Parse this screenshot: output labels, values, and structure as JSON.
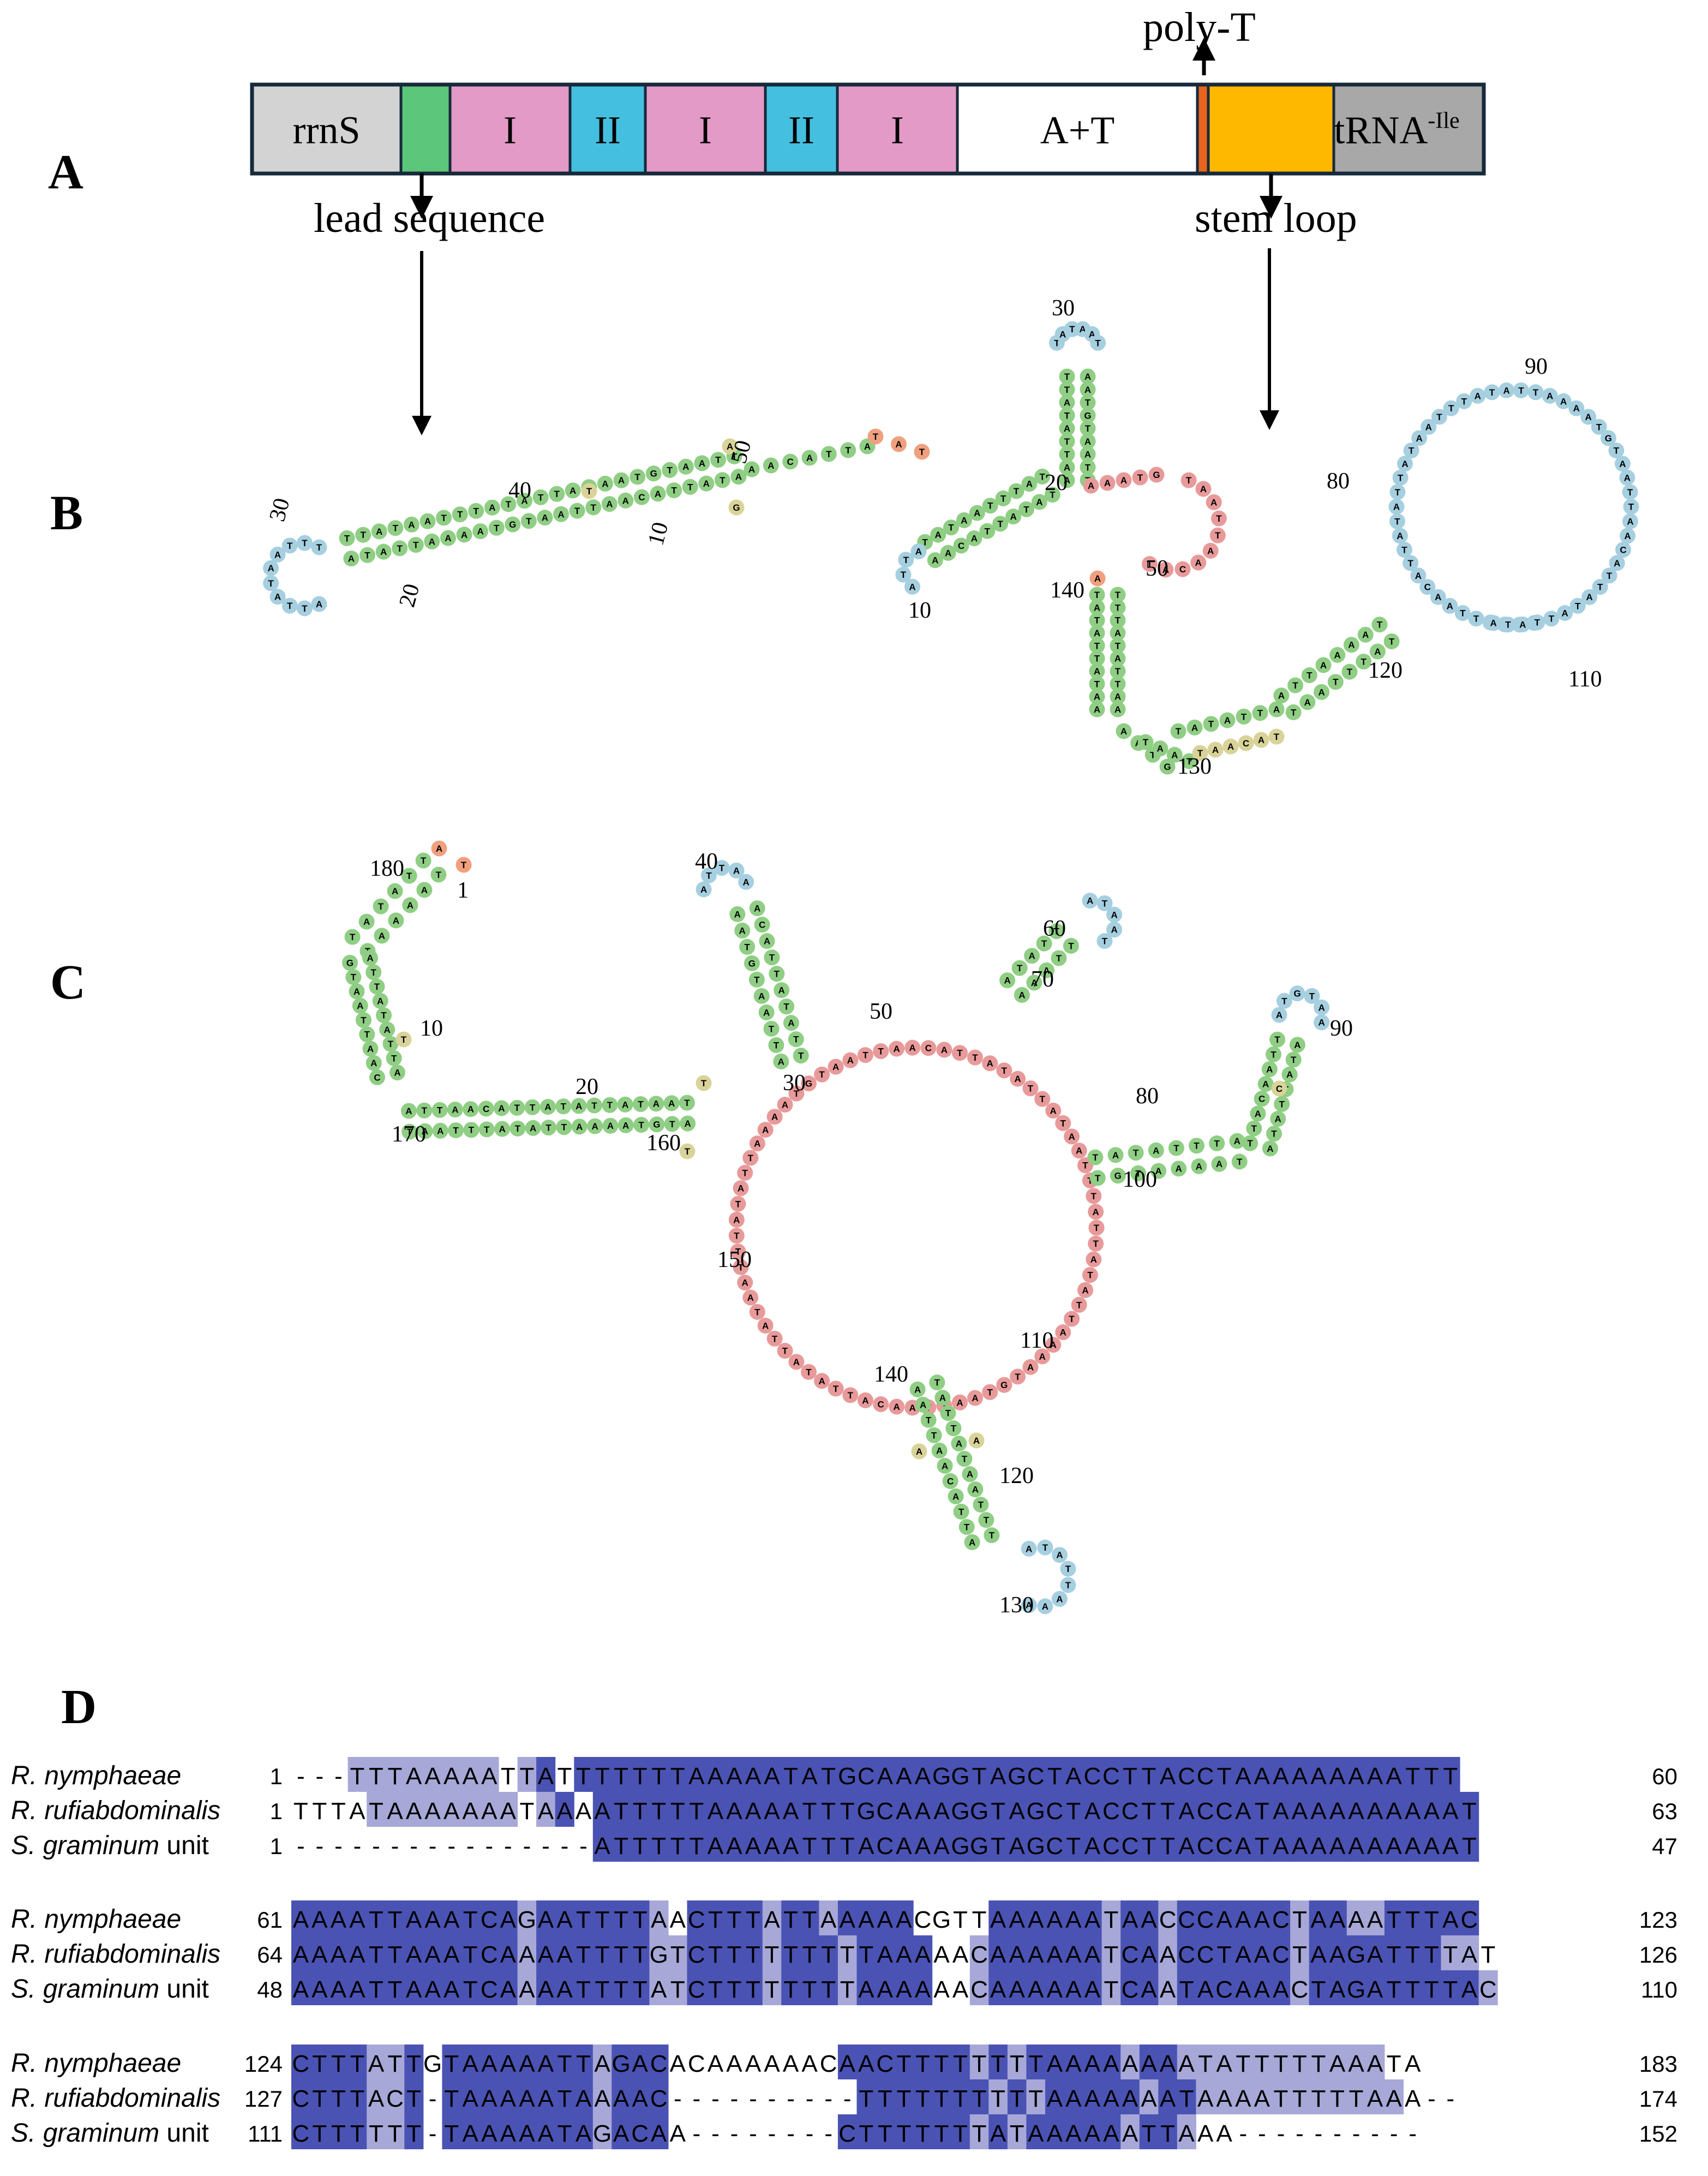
{
  "panel_labels": {
    "a": "A",
    "b": "B",
    "c": "C",
    "d": "D"
  },
  "panel_a": {
    "segments": [
      {
        "label": "rrnS",
        "color": "#d3d3d3"
      },
      {
        "label": "",
        "color": "#5cc67a"
      },
      {
        "label": "I",
        "color": "#e49ac6"
      },
      {
        "label": "II",
        "color": "#45bfe0"
      },
      {
        "label": "I",
        "color": "#e49ac6"
      },
      {
        "label": "II",
        "color": "#45bfe0"
      },
      {
        "label": "I",
        "color": "#e49ac6"
      },
      {
        "label": "A+T",
        "color": "#ffffff"
      },
      {
        "label": "",
        "color": "#e8641e"
      },
      {
        "label": "",
        "color": "#ffb800"
      },
      {
        "label": "tRNA",
        "sup": "-Ile",
        "color": "#a8a8a8"
      }
    ],
    "poly_t": "poly-T",
    "lead_sequence": "lead sequence",
    "stem_loop": "stem loop"
  },
  "panel_b": {
    "left_numbers": [
      "30",
      "40",
      "50",
      "20",
      "10"
    ],
    "right_numbers": [
      "30",
      "90",
      "80",
      "20",
      "50",
      "140",
      "10",
      "120",
      "110",
      "130"
    ]
  },
  "panel_c": {
    "numbers": [
      "180",
      "1",
      "40",
      "60",
      "70",
      "10",
      "50",
      "90",
      "20",
      "30",
      "80",
      "170",
      "160",
      "100",
      "150",
      "110",
      "140",
      "120",
      "130"
    ]
  },
  "colors": {
    "stem": "#8fce84",
    "loop": "#a6cfe0",
    "interior": "#e89a9a",
    "unpaired": "#d9d39a",
    "end": "#f0a07e",
    "box_border": "#162a3a",
    "align_dark": "#4a53b3",
    "align_light": "#a7a8d8"
  },
  "alignment": {
    "blocks": [
      {
        "rows": [
          {
            "name": "R. nymphaeae",
            "suffix": "",
            "start": "1",
            "seq": "---TTTAAAAATTATTTTTTTAAAAATATGCAAAGGTAGCTACCTTACCTAAAAAAAAATTT",
            "end": "60"
          },
          {
            "name": "R. rufiabdominalis",
            "suffix": "",
            "start": "1",
            "seq": "TTTATAAAAAAATAAAATTTTTAAAAATTTGCAAAGGTAGCTACCTTACCATAAAAAAAAAAT",
            "end": "63"
          },
          {
            "name": "S. graminum",
            "suffix": " unit",
            "start": "1",
            "seq": "----------------ATTTTTAAAAATTTACAAAGGTAGCTACCTTACCATAAAAAAAAAAT",
            "end": "47"
          }
        ],
        "shade": [
          "---LLLLLLLL-LD-DDDDDDDDDDDDDDDDDDDDDDDDDDDDDDDDDDDDDDDDDDDDDDDDDDDDDDDDDDDDDDDDDD",
          "----LLLLLLLL-LD-DDDDDDDDDDDDDDDDDDDDDDDDDDDDDDDDDDDDDDDDDDDDDDDDDDDDDDDDDDDDDDDDDD",
          "----------------DDDDDDDDDDDDDDDDDDDDDDDDDDDDDDDDDDDDDDDDDDDDDDDDDDDDDDDDDDDDDDDDDD"
        ]
      },
      {
        "rows": [
          {
            "name": "R. nymphaeae",
            "suffix": "",
            "start": "61",
            "seq": "AAAATTAAATCAGAATTTTAACTTTATTAAAAACGTTAAAAAATAACCCAAACTAAAATTTAC",
            "end": "123"
          },
          {
            "name": "R. rufiabdominalis",
            "suffix": "",
            "start": "64",
            "seq": "AAAATTAAATCAAAATTTTGTCTTTTTTTTTAAAAACAAAAAATCAACCTAACTAAGATTTTAT",
            "end": "126"
          },
          {
            "name": "S. graminum",
            "suffix": " unit",
            "start": "48",
            "seq": "AAAATTAAATCAAAATTTTATCTTTTTTTTAAAAAACAAAAAATCAATACAAACTAGATTTTAC",
            "end": "110"
          }
        ],
        "shade": [
          "DDDDDDDDDDDDLDDDDDDL-DDDDLDDLDDDD----DDDDDDLDDLDDDDDDLDDLLDDDDD-",
          "DDDDDDDDDDDDLDDDDDDLLDDDDLDDDLDDDD--LDDDDDDLDDLDDDDDDLDDDDDDDLL-",
          "DDDDDDDDDDDDLDDDDDDLLDDDDLDDDLDDDD--LDDDDDDLDDLDDDDDDLDDDDDDDDDL"
        ]
      },
      {
        "rows": [
          {
            "name": "R. nymphaeae",
            "suffix": "",
            "start": "124",
            "seq": "CTTTATTGTAAAAATTAGACACAAAAAACAACTTTTTTTTAAAAAAAATATTTTTAAATA",
            "end": "183"
          },
          {
            "name": "R. rufiabdominalis",
            "suffix": "",
            "start": "127",
            "seq": "CTTTACT-TAAAAATAAAAC----------TTTTTTTTTTAAAAAAATAAAATTTTTAAA--",
            "end": "174"
          },
          {
            "name": "S. graminum",
            "suffix": " unit",
            "start": "111",
            "seq": "CTTTTTT-TAAAAATAGACAA--------CTTTTTTTATAAAAAATTAAA----------",
            "end": "152"
          }
        ],
        "shade": [
          "DDDDLLD-DDDDDDDDLDDD---------DDDDDDDLDLDDDDDLDDLLLLLLLLLLL--",
          "DDDDLLD-DDDDDDDDLDDD----------DDDDDDDLDLDDDDDLDDLLLLLLLLLLL--",
          "DDDDLLD-DDDDDDDDLDDD---------DDDDDDDLDLDDDDDLDDL------------"
        ]
      }
    ]
  }
}
